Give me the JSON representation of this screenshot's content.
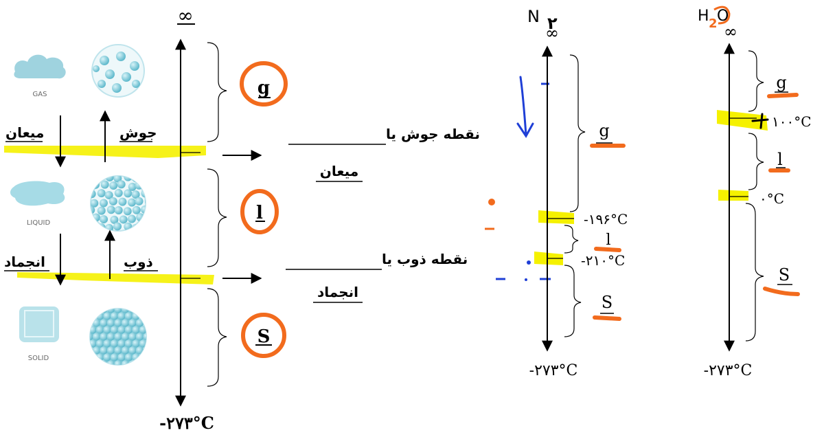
{
  "left_diagram": {
    "top_label": "∞",
    "bottom_label": "-۲۷۳°C",
    "state_icons": {
      "gas": "GAS",
      "liquid": "LIQUID",
      "solid": "SOLID"
    },
    "transitions": {
      "boiling": "جوش",
      "condensation": "میعان",
      "melting": "ذوب",
      "freezing": "انجماد"
    },
    "point_labels": {
      "boiling_line1": "نقطه جوش یا",
      "boiling_line2": "میعان",
      "melting_line1": "نقطه ذوب یا",
      "melting_line2": "انجماد"
    },
    "phases": {
      "gas": "g",
      "liquid": "l",
      "solid": "S"
    }
  },
  "n2_diagram": {
    "title": "N",
    "subscript": "۲",
    "top_label": "∞",
    "boiling_temp": "-۱۹۶°C",
    "melting_temp": "-۲۱۰°C",
    "bottom_label": "-۲۷۳°C",
    "phases": {
      "gas": "g",
      "liquid": "l",
      "solid": "S"
    }
  },
  "h2o_diagram": {
    "title_h": "H",
    "title_2": "2",
    "title_o": "O",
    "top_label": "∞",
    "boiling_temp": "۱۰۰°C",
    "melting_temp": "۰°C",
    "bottom_label": "-۲۷۳°C",
    "phases": {
      "gas": "g",
      "liquid": "l",
      "solid": "S"
    }
  },
  "colors": {
    "highlight": "#f5f100",
    "annotation_orange": "#f26b1d",
    "annotation_blue": "#1f3fd6",
    "particle": "#7fcad8"
  }
}
